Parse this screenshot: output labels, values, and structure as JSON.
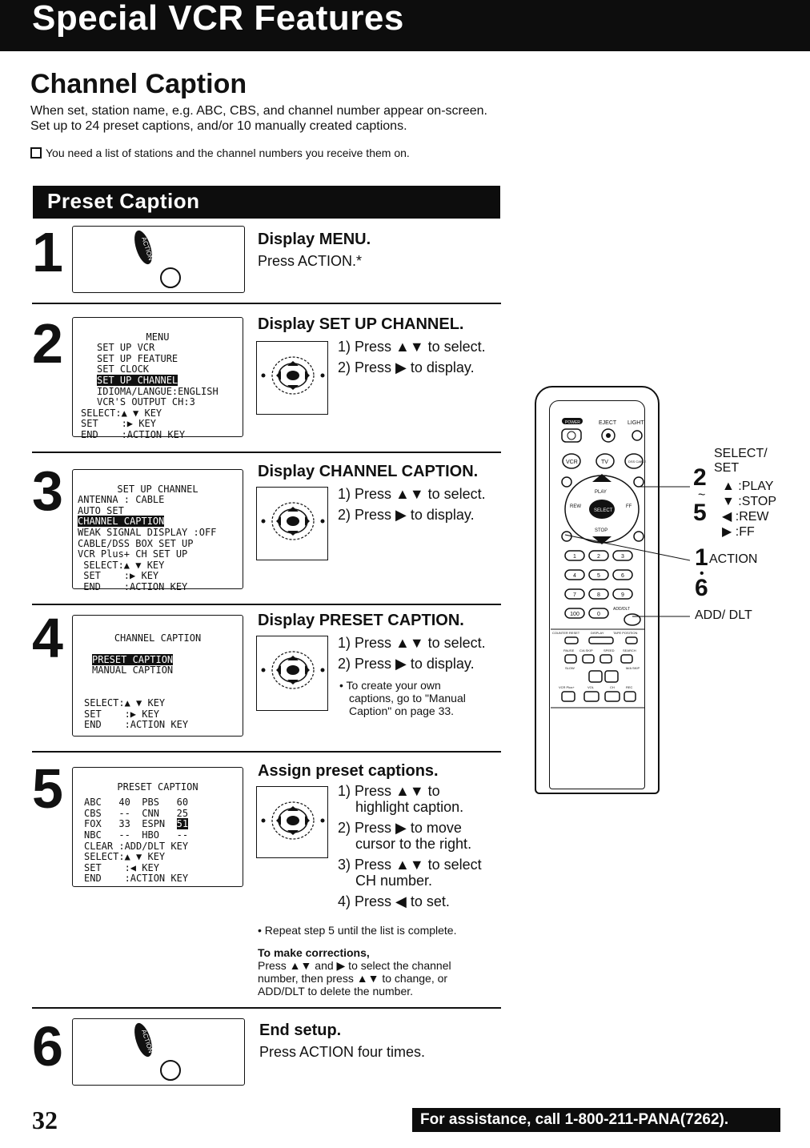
{
  "header": {
    "title": "Special VCR Features"
  },
  "section": {
    "title": "Channel Caption",
    "intro_1": "When set, station name, e.g. ABC, CBS, and channel number appear on-screen.",
    "intro_2": "Set up to 24 preset captions, and/or 10 manually created captions.",
    "need": "You need a list of stations and the channel numbers you receive them on."
  },
  "preset_bar": "Preset Caption",
  "steps": [
    {
      "num": "1",
      "title": "Display MENU.",
      "body": "Press ACTION.*",
      "action_label": "ACTION"
    },
    {
      "num": "2",
      "title": "Display SET UP CHANNEL.",
      "instr_1": "1) Press ▲▼ to select.",
      "instr_2": "2) Press ▶ to display.",
      "osd": {
        "title": "MENU",
        "l1": "SET UP VCR",
        "l2": "SET UP FEATURE",
        "l3": "SET CLOCK",
        "l4": "SET UP CHANNEL",
        "l5": "IDIOMA/LANGUE:ENGLISH",
        "l6": "VCR'S OUTPUT CH:3",
        "k1": "SELECT:▲ ▼ KEY",
        "k2": "SET    :▶ KEY",
        "k3": "END    :ACTION KEY"
      }
    },
    {
      "num": "3",
      "title": "Display CHANNEL CAPTION.",
      "instr_1": "1) Press ▲▼ to select.",
      "instr_2": "2) Press ▶ to display.",
      "osd": {
        "title": "SET UP CHANNEL",
        "l1": "ANTENNA : CABLE",
        "l2": "AUTO SET",
        "l3": "CHANNEL CAPTION",
        "l4": "WEAK SIGNAL DISPLAY :OFF",
        "l5": "CABLE/DSS BOX SET UP",
        "l6": "VCR Plus+ CH SET UP",
        "k1": " SELECT:▲ ▼ KEY",
        "k2": " SET    :▶ KEY",
        "k3": " END    :ACTION KEY"
      }
    },
    {
      "num": "4",
      "title": "Display PRESET CAPTION.",
      "instr_1": "1) Press ▲▼ to select.",
      "instr_2": "2) Press ▶ to display.",
      "note_1": "To create your own",
      "note_2": "captions, go to \"Manual",
      "note_3": "Caption\" on page 33.",
      "osd": {
        "title": "CHANNEL CAPTION",
        "l1": "PRESET CAPTION",
        "l2": "MANUAL CAPTION",
        "k1": "SELECT:▲ ▼ KEY",
        "k2": "SET    :▶ KEY",
        "k3": "END    :ACTION KEY"
      }
    },
    {
      "num": "5",
      "title": "Assign preset captions.",
      "instr_1a": "1) Press ▲▼ to",
      "instr_1b": "highlight caption.",
      "instr_2a": "2) Press ▶ to move",
      "instr_2b": "cursor to the right.",
      "instr_3a": "3) Press ▲▼ to select",
      "instr_3b": "CH number.",
      "instr_4": "4) Press ◀ to set.",
      "repeat": "• Repeat step 5 until the list is complete.",
      "corr_title": "To make corrections,",
      "corr_1": "Press ▲▼ and ▶ to select the channel",
      "corr_2": "number, then press ▲▼ to change, or",
      "corr_3": "ADD/DLT to delete the number.",
      "osd": {
        "title": "PRESET CAPTION",
        "r1a": "ABC   40  PBS   60",
        "r2a": "CBS   --  CNN   25",
        "r3a": "FOX   33  ESPN  ",
        "r3b": "51",
        "r4a": "NBC   --  HBO   --",
        "k0": "CLEAR :ADD/DLT KEY",
        "k1": "SELECT:▲ ▼ KEY",
        "k2": "SET    :◀ KEY",
        "k3": "END    :ACTION KEY"
      }
    },
    {
      "num": "6",
      "title": "End setup.",
      "body": "Press ACTION four times.",
      "action_label": "ACTION"
    }
  ],
  "remote": {
    "power": "POWER",
    "eject": "EJECT",
    "light": "LIGHT",
    "vcr": "VCR",
    "tv": "TV",
    "dss": "DSS CABLE",
    "play": "PLAY",
    "rew": "REW",
    "ff": "FF",
    "stop": "STOP",
    "select": "SELECT",
    "digits": [
      "1",
      "2",
      "3",
      "4",
      "5",
      "6",
      "7",
      "8",
      "9",
      "100",
      "0"
    ],
    "add_dlt": "ADD/DLT",
    "row1": [
      "COUNTER RESET",
      "DISPLAY",
      "TAPE POSITION"
    ],
    "row2": [
      "PAUSE",
      "C/A SKIP",
      "SPEED",
      "SEARCH"
    ],
    "slow": "SLOW",
    "ma_skip": "M/A SKIP",
    "vol": "VOL",
    "ch": "CH",
    "rec": "REC",
    "vcrplus": "VCR Plus+"
  },
  "callouts": {
    "select_set_1": "SELECT/",
    "select_set_2": "SET",
    "n2": "2",
    "tilde": "~",
    "n5": "5",
    "play": "▲ :PLAY",
    "stop": "▼ :STOP",
    "rew": "◀ :REW",
    "ff": "▶ :FF",
    "n1": "1",
    "action": "ACTION",
    "dot": "•",
    "n6": "6",
    "add_dlt": "ADD/ DLT"
  },
  "footer": {
    "page": "32",
    "assist": "For assistance, call 1-800-211-PANA(7262)."
  }
}
